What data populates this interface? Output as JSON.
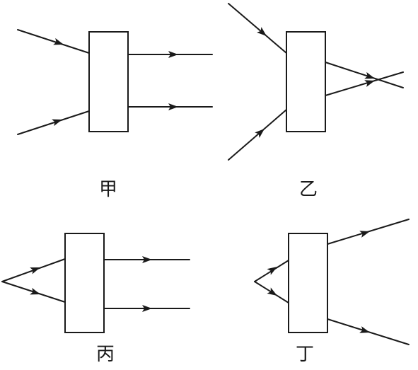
{
  "panels": [
    {
      "id": "jia",
      "label": "甲"
    },
    {
      "id": "yi",
      "label": "乙"
    },
    {
      "id": "bing",
      "label": "丙"
    },
    {
      "id": "ding",
      "label": "丁"
    }
  ]
}
